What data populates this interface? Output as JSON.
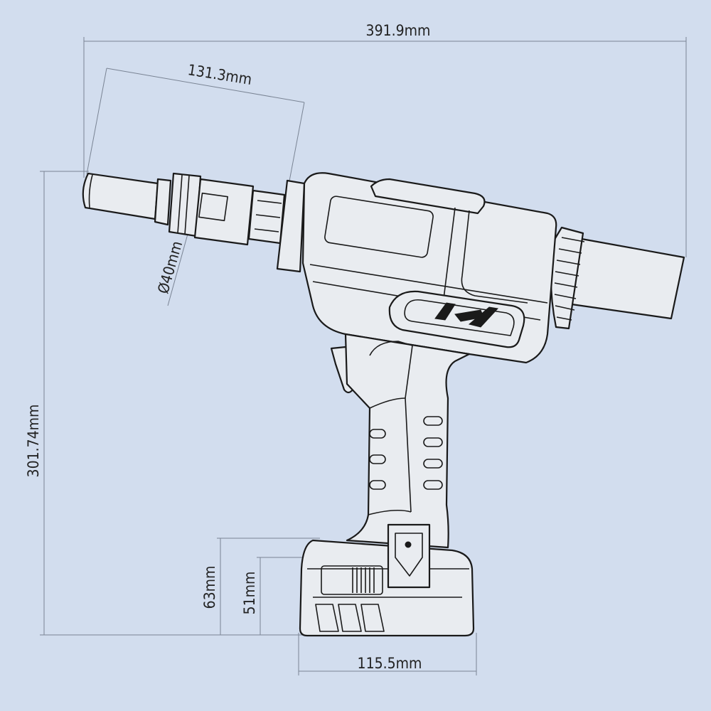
{
  "dimensions": {
    "overall_length": "391.9mm",
    "nose_length": "131.3mm",
    "nose_diameter": "Ø40mm",
    "overall_height": "301.74mm",
    "battery_height": "63mm",
    "battery_inner_height": "51mm",
    "battery_length": "115.5mm"
  },
  "colors": {
    "background": "#d2ddee",
    "outline": "#1a1a1a",
    "dimension_line": "#7a8494"
  }
}
